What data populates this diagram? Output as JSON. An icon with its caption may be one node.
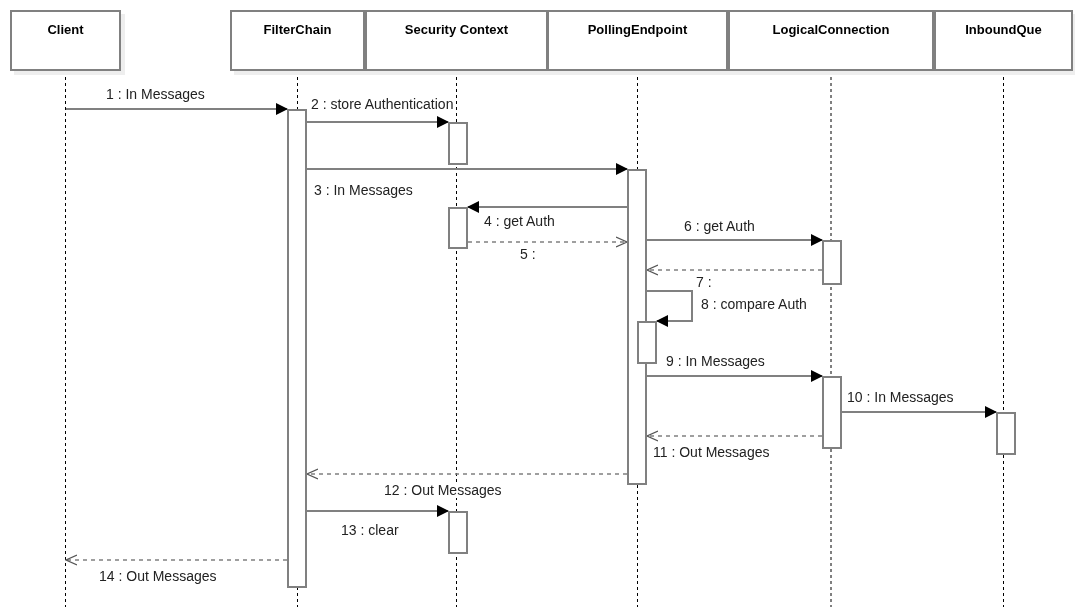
{
  "diagram": {
    "nodes": [
      {
        "text": [
          "Client"
        ]
      },
      {
        "text": [
          "FilterChain"
        ]
      },
      {
        "text": [
          "Security Context"
        ]
      },
      {
        "text": [
          "PollingEndpoint"
        ]
      },
      {
        "text": [
          "LogicalConnection"
        ]
      },
      {
        "text": [
          "InboundQue"
        ]
      },
      {
        "text": [],
        "shape": "bar"
      },
      {
        "text": [],
        "shape": "bar"
      },
      {
        "text": [],
        "shape": "bar"
      },
      {
        "text": [],
        "shape": "bar"
      },
      {
        "text": [],
        "shape": "bar"
      },
      {
        "text": [],
        "shape": "bar"
      },
      {
        "text": [],
        "shape": "bar"
      },
      {
        "text": [],
        "shape": "bar"
      },
      {
        "text": [],
        "shape": "bar"
      }
    ],
    "edges": [
      {
        "from": null,
        "to": 6,
        "arrow": "to",
        "label": "1 : In Messages"
      },
      {
        "from": 6,
        "to": 7,
        "arrow": "to",
        "label": "2 : store Authentication"
      },
      {
        "from": 6,
        "to": 8,
        "arrow": "to",
        "label": "3 : In Messages"
      },
      {
        "from": 8,
        "to": 9,
        "arrow": "to",
        "label": "4 : get Auth"
      },
      {
        "from": 9,
        "to": 8,
        "arrow": "to",
        "label": "5 :",
        "style": "dashed"
      },
      {
        "from": 8,
        "to": 10,
        "arrow": "to",
        "label": "6 : get Auth"
      },
      {
        "from": 10,
        "to": 8,
        "arrow": "to",
        "label": "7 :",
        "style": "dashed"
      },
      {
        "from": 8,
        "to": 11,
        "arrow": "to",
        "label": "8 : compare Auth"
      },
      {
        "from": 8,
        "to": 12,
        "arrow": "to",
        "label": "9 : In Messages"
      },
      {
        "from": 12,
        "to": 13,
        "arrow": "to",
        "label": "10 : In Messages"
      },
      {
        "from": 12,
        "to": 8,
        "arrow": "to",
        "label": "11 : Out Messages",
        "style": "dashed"
      },
      {
        "from": 8,
        "to": 6,
        "arrow": "to",
        "label": "12 : Out Messages",
        "style": "dashed"
      },
      {
        "from": 6,
        "to": 14,
        "arrow": "to",
        "label": "13 : clear"
      },
      {
        "from": 6,
        "to": null,
        "arrow": "to",
        "label": "14 : Out Messages",
        "style": "dashed"
      }
    ]
  }
}
